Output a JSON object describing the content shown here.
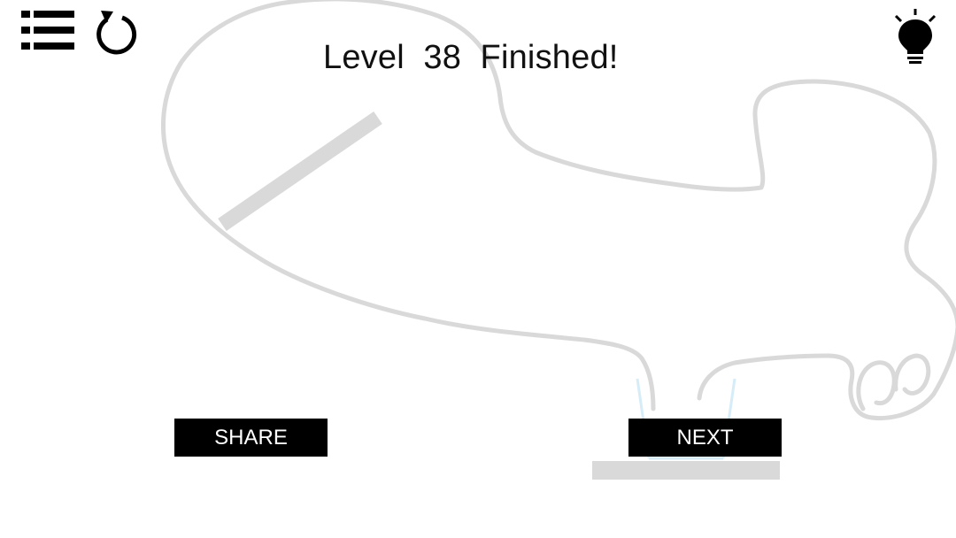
{
  "header": {
    "level_prefix": "Level",
    "level_number": "38",
    "level_suffix": "Finished!"
  },
  "toolbar": {
    "menu_icon": "list-menu-icon",
    "restart_icon": "restart-icon",
    "hint_icon": "lightbulb-hint-icon"
  },
  "actions": {
    "share_label": "SHARE",
    "next_label": "NEXT"
  },
  "colors": {
    "drawn_line": "#d9d9d9",
    "platform": "#d9d9d9",
    "cup_outline": "#d6ecf8",
    "button_bg": "#000000",
    "button_text": "#ffffff",
    "icon": "#000000"
  }
}
